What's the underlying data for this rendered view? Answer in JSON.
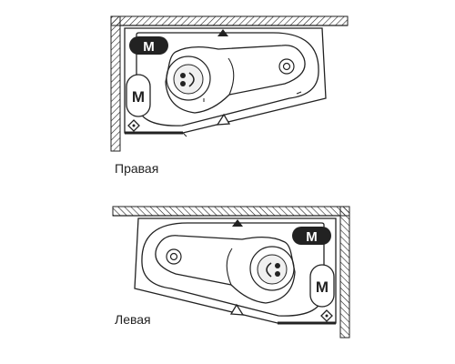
{
  "variants": [
    {
      "caption": "Правая",
      "badge_label": "M",
      "pill_label": "M",
      "orientation": "right"
    },
    {
      "caption": "Левая",
      "badge_label": "M",
      "pill_label": "M",
      "orientation": "left"
    }
  ],
  "colors": {
    "line": "#222222",
    "badge_fill": "#222222",
    "badge_text": "#ffffff",
    "background": "#ffffff"
  }
}
